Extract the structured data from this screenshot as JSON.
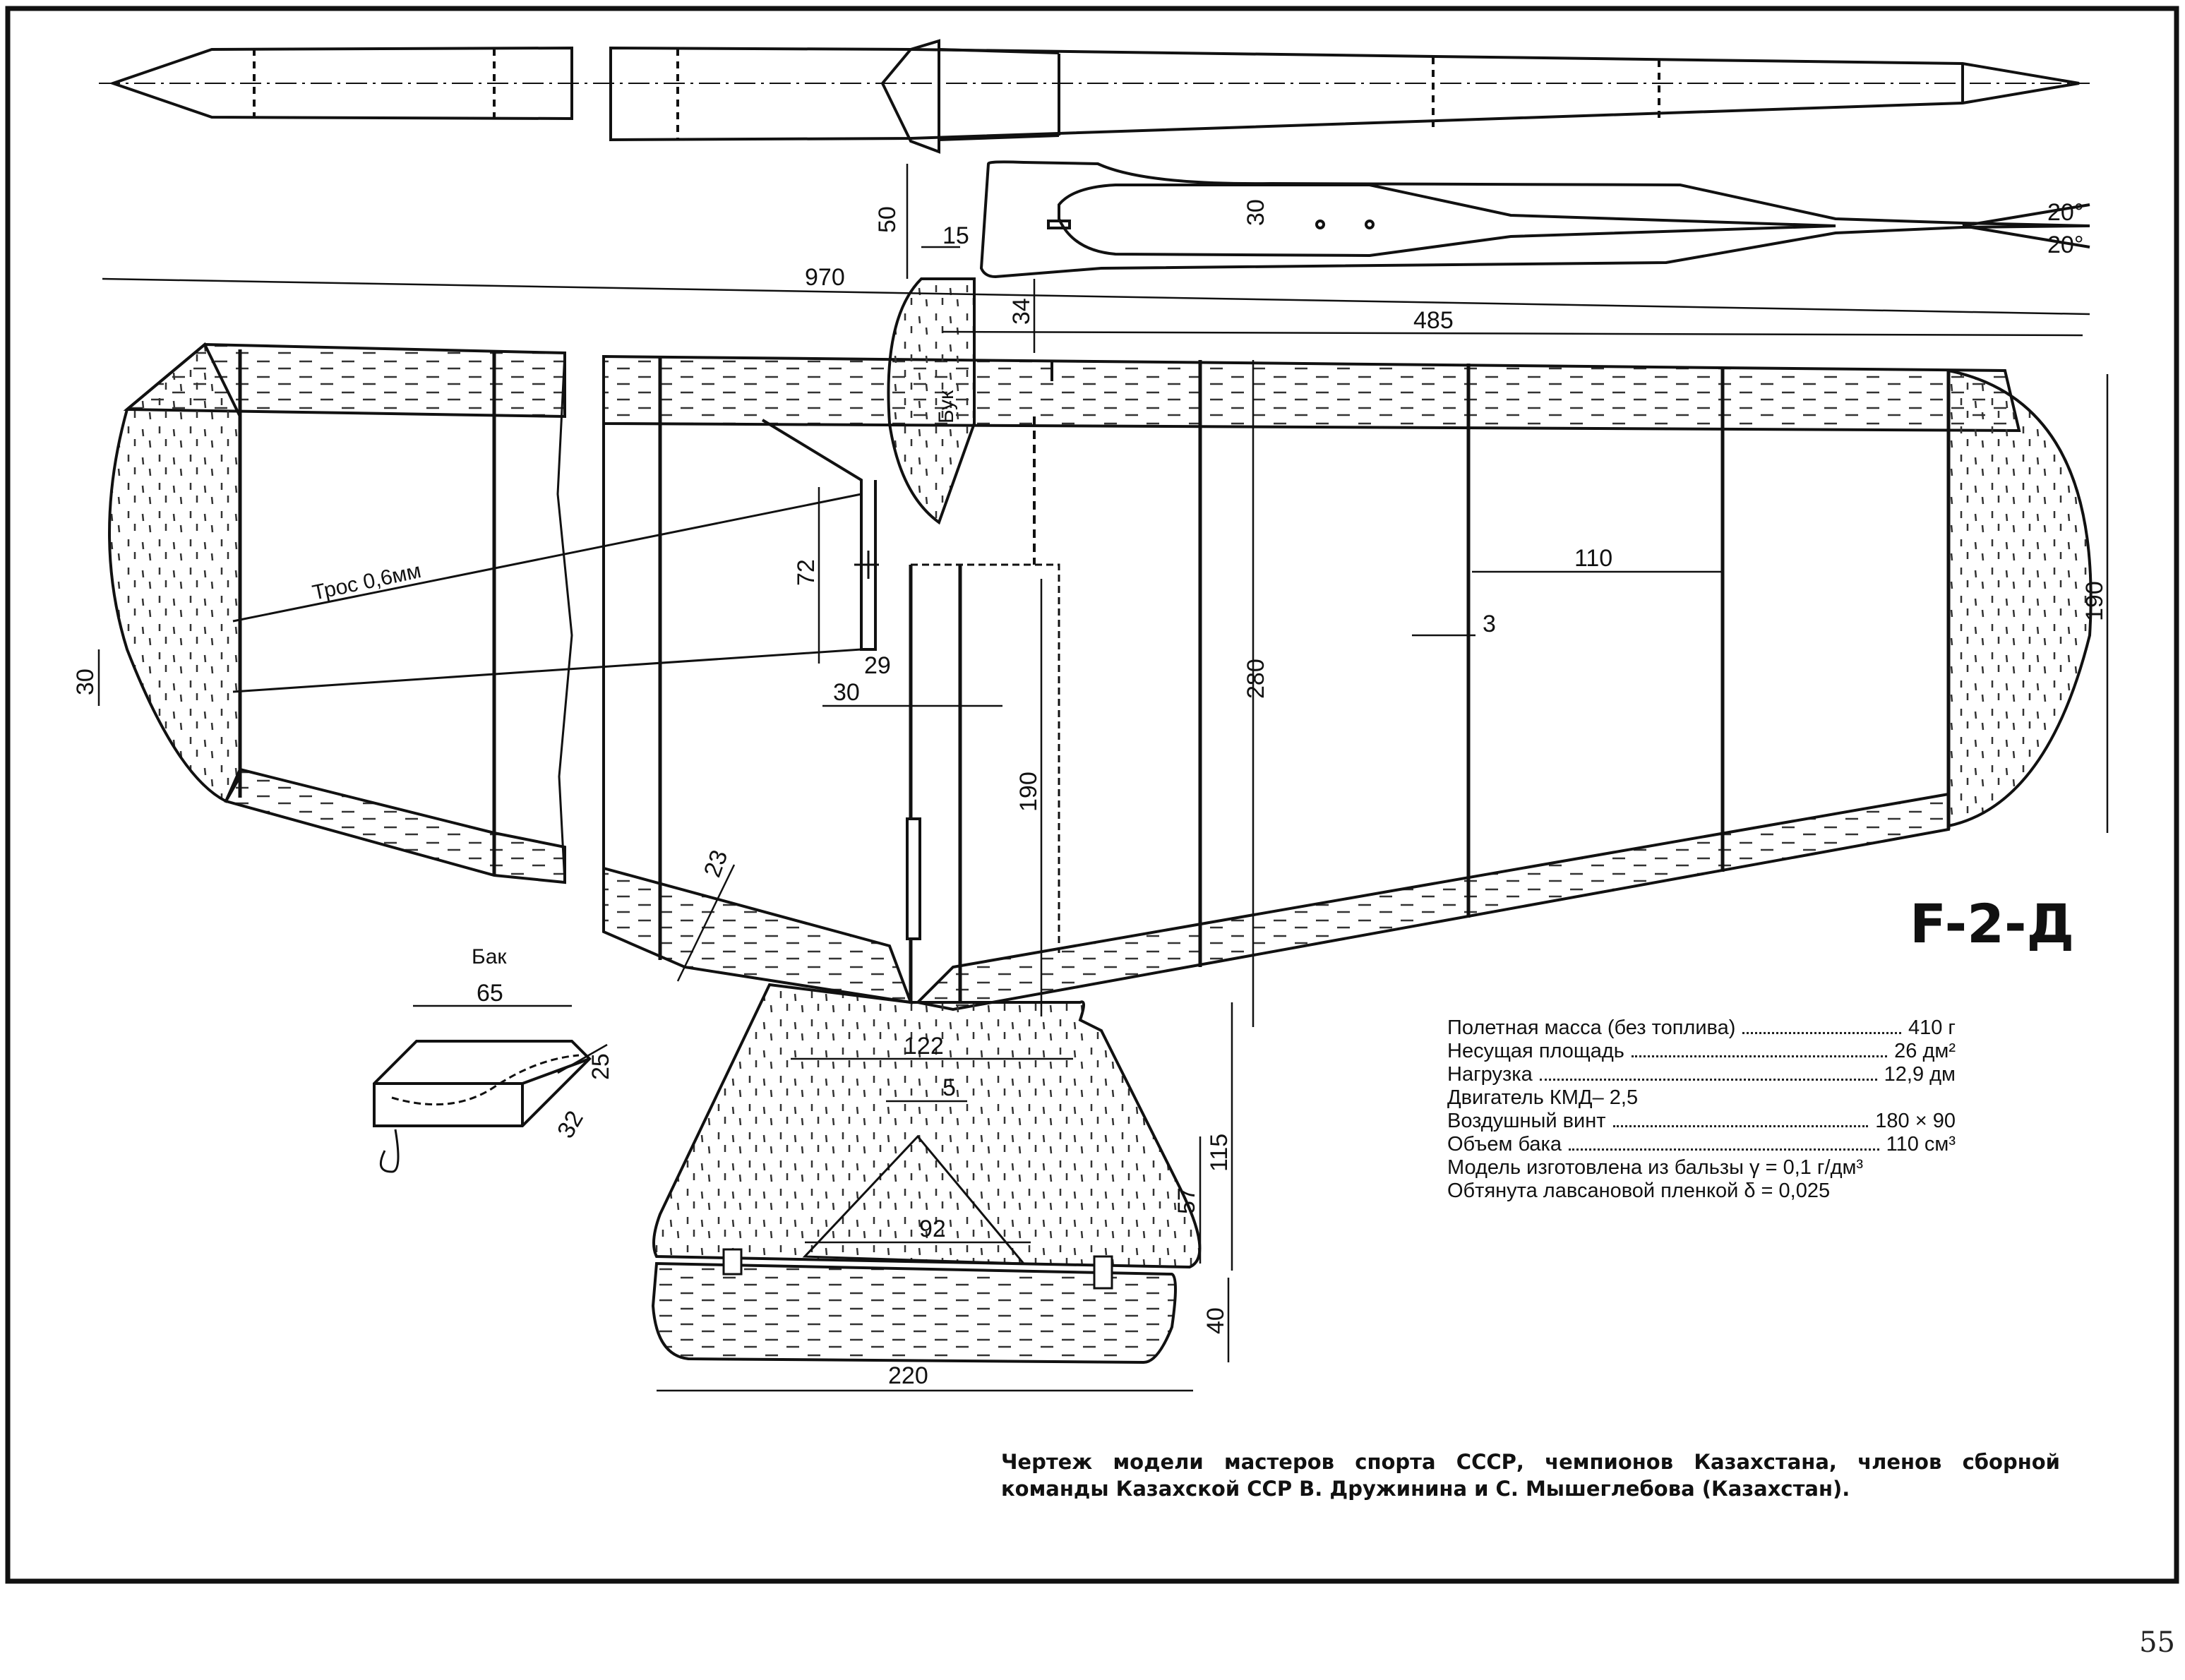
{
  "title": "F-2-Д",
  "labels": {
    "rope": "Трос 0,6мм",
    "tank": "Бак",
    "beech": "Бук"
  },
  "dimensions": {
    "span": "970",
    "half_span": "485",
    "fuselage_height": "50",
    "fuselage_depth": "30",
    "nose_width": "15",
    "nose_offset": "34",
    "angle_up": "20°",
    "angle_down": "20°",
    "wing_chord": "190",
    "rib_spacing": "110",
    "rib_width": "3",
    "wing_length": "280",
    "bellcrank": "72",
    "bellcrank_arm": "29",
    "flap_offset": "30",
    "wingtip_offset": "30",
    "elevator_gap": "190",
    "trailing_width": "23",
    "tank_length": "65",
    "tank_height": "25",
    "tank_width": "32",
    "stab_span": "122",
    "spar_width": "5",
    "tail_length": "115",
    "tail_height": "57",
    "tail_base": "92",
    "elevator_chord": "40",
    "stab_full_span": "220"
  },
  "specs": [
    {
      "label": "Полетная масса (без топлива)",
      "value": "410 г"
    },
    {
      "label": "Несущая площадь",
      "value": "26 дм²"
    },
    {
      "label": "Нагрузка",
      "value": "12,9 дм"
    },
    {
      "label": "Двигатель КМД– 2,5",
      "value": ""
    },
    {
      "label": "Воздушный винт",
      "value": "180 × 90"
    },
    {
      "label": "Объем бака",
      "value": "110 см³"
    },
    {
      "label": "Модель изготовлена из бальзы",
      "value": "γ = 0,1 г/дм³"
    },
    {
      "label": "Обтянута лавсановой пленкой",
      "value": "δ = 0,025"
    }
  ],
  "caption": "Чертеж модели мастеров спорта СССР, чемпионов Казахстана, членов сборной команды Казахской ССР В. Дружинина и С. Мышеглебова (Казахстан).",
  "page_number": "55"
}
